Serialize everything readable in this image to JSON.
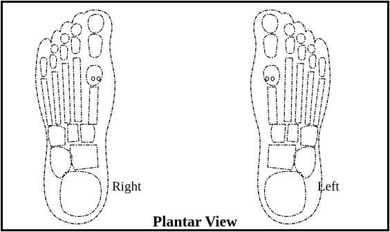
{
  "labels": {
    "right": "Right",
    "left": "Left",
    "caption": "Plantar View"
  },
  "colors": {
    "line": "#000000",
    "background": "#ffffff"
  }
}
